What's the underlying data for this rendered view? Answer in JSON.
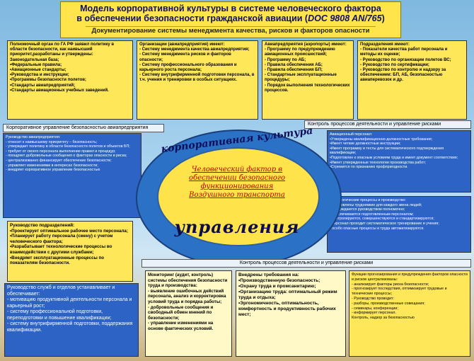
{
  "title": {
    "line1": "Модель корпоративной культуры в системе человеческого фактора",
    "line2_prefix": "в обеспечении безопасности гражданской авиации (",
    "line2_italic": "DOC 9808 AN/765",
    "line2_suffix": ")",
    "subtitle": "Документирование системы менеджмента качества, рисков и факторов опасности"
  },
  "top_boxes": [
    {
      "text": "Полномочный орган по ГА РФ заявил политику в области безопасности, как наивысший приоритет,разработаны и утверждены:\n                 Законодательная база;\n•Федеральные правила;\n•Авиационные стандарты;\n•Руководства и инструкции;\n•Программы безопасности полетов;\n•Стандарты авиапредприятий;\n•Стандарты авиационных учебных заведений."
    },
    {
      "text": "Организации (авиапредприятия) имеют:\n- Систему менеджмента качества авиапредприятия;\n- Систему менеджмента рисков и факторов опасности;\n- Систему профессионального образования и карьерного роста персонала;\n- Систему внутрифирменной подготовки персонала, в т.ч. учения и тренировки в особых ситуациях."
    },
    {
      "text": "Авиапредприятия (аэропорты) имеют:\n- Программу по предупреждению авиационных происшествий;\n- Программу по АБ;\n- Правила обеспечения АБ;\n- Правила обеспечения БП;\n- Стандартные эксплуатационные процедуры;\n- Порядок выполнения технологических процессов."
    },
    {
      "text": "Подразделения имеют:\n- Показатели качества работ персонала и методы их оценки;\n- Руководство по организации полетов ВС;\n- Руководство по сертификации;\n- Руководство по контролю и надзору за обеспечением: БП, АБ, безопасностью авиаперевозок и др."
    }
  ],
  "headers": {
    "left": "Корпоративное управление безопасностью авиапредприятия",
    "right": "Контроль процессов деятельности и управление рисками",
    "bottom": "Контроль процессов деятельности и управление рисками"
  },
  "left_blue_box": {
    "text": "Руководство авиапредприятия:\n- относит к наивысшему приоритету – безопасность;\n- утверждает политику в области безопасности полетов и объектов БП;\n- требует от своего персонала выполнение правил и процедур;\n- поощряет добровольные сообщения о факторах опасности и риска;\n- централизованно финансирует обеспечение безопасности;\n- управляет изменениями в интересах безопасности;\n- внедряет корпоративное управление безопасностью"
  },
  "right_blue_box": {
    "text": "Авиационный персонал:\n•Утверждены квалификационно-должностные требования;\n•Имеет четкие должностные инструкции;\n•Имеет программу и тесты для систематического подтверждения квалификации;\n•Подготовлен к опасным условиям труда и имеет документ соответствия;\n•Имеет утвержденные технологии производства работ;\n•Стремится по признанию профпригодности."
  },
  "right_lower_box": {
    "text": "Технологические процессы и производство:\n•Установлены трудоемкие для каждого звена людей;\n- утверждаются руководством полномочно;\n- обеспечиваются подготовленным персоналом;\n- контролируются, совершенствуются и стандартизируются;\n- персонал проходит систематическое тренирование и учения;\n- особо опасные процессы и труда автоматизируются."
  },
  "ellipse": {
    "title": "корпоративная культура",
    "center_line1": "Человеческий фактор в",
    "center_line2": "обеспечении безопасного",
    "center_line3": "функционирования",
    "center_line4": "Воздушного транспорта",
    "bottom": "управления"
  },
  "left_mid_box": {
    "text": "Руководство подразделений:\n•Проектирует оптимальное рабочее место персонала;\n•Планирует работу персонала (смену) с учетом человеческого фактора;\n•Разрабатывает технологические процессы во взаимодействии с другими службами;\n•Внедряет эксплуатационные процессы по показателям безопасности."
  },
  "left_bottom_box": {
    "text": "Руководство служб и отделов устанавливает и обеспечивает:\n- мотивацию продуктивной деятельности персонала и карьерный рост;\n- систему профессиональной подготовки, переподготовки и повышение квалификации;\n- систему внутрифирменной подготовки, поддержания квалификации."
  },
  "bottom_boxes": [
    {
      "text": "Мониторинг (аудит, контроль) системы обеспечения безопасности труда и производства:\n- выявление ошибочных действий персонала, анализ и корректировка условий труда и порядка работы;\n- добровольные сообщения и свободный обмен мнений по безопасности;\n- управление изменениями на основе фактических условий."
    },
    {
      "text": "Внедрены требования на:\n•Производственную безопасность;\n•Охрану труда и промсанитарию;\n•Организацию труда: оптимальный режим труда и отдыха;\n•Эргономичность, оптимальность, комфортность и продуктивность рабочих мест;"
    },
    {
      "text": "Функции прогнозирования и предупреждения факторов опасности и рисков централизованы:\n- анализирует факторы риска безопасности;\n- прогнозирует последствия, оптимизирует трудовые и технические процессы;\n- Руководство проводит:\n- разборы, производственные совещания;\n- семинары, конференции;\n- информирует персонал.\nКонтроль, надзор за безопасностью"
    }
  ],
  "colors": {
    "yellow": "#ffe75a",
    "blue": "#2c63c4",
    "title_text": "#10106a",
    "center_red": "#c00000"
  }
}
